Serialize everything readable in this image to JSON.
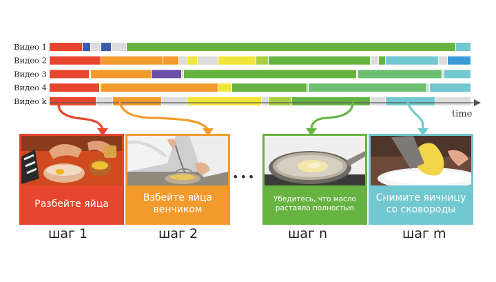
{
  "timeline": {
    "axis_label": "time",
    "colors": {
      "red": "#e8452f",
      "orange": "#f39a2c",
      "yellow": "#f2e53a",
      "lime": "#a9cf3f",
      "green": "#67b342",
      "lgreen": "#6dbf73",
      "teal": "#72c8d0",
      "blue": "#3a9ad8",
      "navy": "#3b5bad",
      "purple": "#6b4fa8",
      "gray": "#dcdcdc"
    },
    "rows": [
      {
        "label": "Видео 1",
        "segments": [
          [
            0,
            48,
            "red"
          ],
          [
            48,
            60,
            "navy"
          ],
          [
            60,
            75,
            "gray"
          ],
          [
            75,
            90,
            "navy"
          ],
          [
            90,
            112,
            "gray"
          ],
          [
            112,
            590,
            "green"
          ],
          [
            590,
            612,
            "teal"
          ]
        ]
      },
      {
        "label": "Видео 2",
        "segments": [
          [
            0,
            75,
            "red"
          ],
          [
            75,
            165,
            "orange"
          ],
          [
            165,
            188,
            "orange"
          ],
          [
            188,
            200,
            "gray"
          ],
          [
            200,
            215,
            "yellow"
          ],
          [
            215,
            245,
            "gray"
          ],
          [
            245,
            300,
            "yellow"
          ],
          [
            300,
            318,
            "lime"
          ],
          [
            318,
            466,
            "green"
          ],
          [
            466,
            478,
            "gray"
          ],
          [
            478,
            488,
            "green"
          ],
          [
            488,
            565,
            "teal"
          ],
          [
            565,
            578,
            "gray"
          ],
          [
            578,
            612,
            "blue"
          ]
        ]
      },
      {
        "label": "Видео 3",
        "segments": [
          [
            0,
            58,
            "red"
          ],
          [
            58,
            60,
            "gray"
          ],
          [
            60,
            148,
            "orange"
          ],
          [
            148,
            192,
            "purple"
          ],
          [
            192,
            195,
            "gray"
          ],
          [
            195,
            446,
            "green"
          ],
          [
            446,
            448,
            "gray"
          ],
          [
            448,
            570,
            "lgreen"
          ],
          [
            570,
            573,
            "gray"
          ],
          [
            573,
            612,
            "teal"
          ]
        ]
      },
      {
        "label": "Видео 4",
        "segments": [
          [
            0,
            73,
            "red"
          ],
          [
            73,
            75,
            "yellow"
          ],
          [
            75,
            245,
            "orange"
          ],
          [
            245,
            265,
            "yellow"
          ],
          [
            265,
            374,
            "green"
          ],
          [
            374,
            376,
            "gray"
          ],
          [
            376,
            548,
            "lgreen"
          ],
          [
            548,
            552,
            "gray"
          ],
          [
            552,
            612,
            "teal"
          ]
        ]
      },
      {
        "label": "Видео k",
        "segments": [
          [
            0,
            68,
            "red"
          ],
          [
            68,
            92,
            "gray"
          ],
          [
            92,
            163,
            "orange"
          ],
          [
            163,
            200,
            "gray"
          ],
          [
            200,
            308,
            "yellow"
          ],
          [
            308,
            318,
            "gray"
          ],
          [
            318,
            352,
            "lime"
          ],
          [
            352,
            466,
            "green"
          ],
          [
            466,
            488,
            "gray"
          ],
          [
            488,
            560,
            "teal"
          ],
          [
            560,
            612,
            "gray"
          ]
        ]
      }
    ]
  },
  "steps": [
    {
      "caption": "Разбейте яйца",
      "step_label": "шаг 1",
      "border": "#e8452f",
      "caption_bg": "#e8452f",
      "photo": "egg-cracking-bowl"
    },
    {
      "caption": "Взбейте яйца венчиком",
      "step_label": "шаг 2",
      "border": "#f39a2c",
      "caption_bg": "#f39a2c",
      "photo": "whisking-eggs"
    },
    {
      "caption": "Убедитесь, что масло растаяло полностью",
      "step_label": "шаг n",
      "border": "#67b342",
      "caption_bg": "#67b342",
      "photo": "butter-melting-pan"
    },
    {
      "caption": "Снимите яичницу со сковороды",
      "step_label": "шаг m",
      "border": "#72c8d0",
      "caption_bg": "#72c8d0",
      "photo": "omelette-on-plate"
    }
  ],
  "ellipsis": "•••"
}
